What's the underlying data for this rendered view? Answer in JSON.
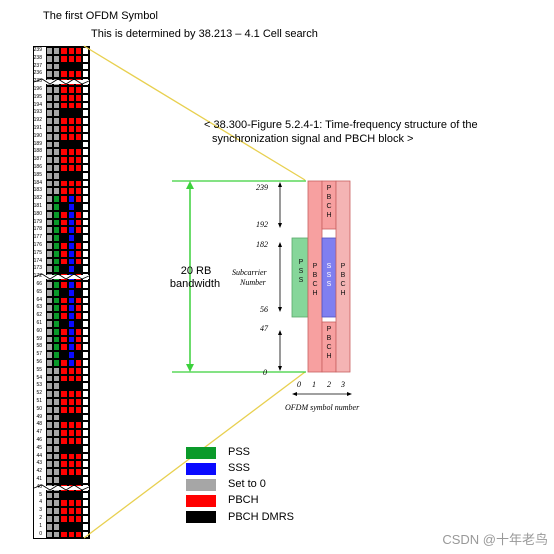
{
  "header": {
    "title": "The first OFDM Symbol",
    "subtitle": "This is determined by 38.213 – 4.1 Cell search"
  },
  "figure": {
    "caption_line1": "< 38.300-Figure 5.2.4-1: Time-frequency structure of the",
    "caption_line2": "synchronization signal and PBCH block >",
    "bandwidth_label_line1": "20 RB",
    "bandwidth_label_line2": "bandwidth",
    "subcarrier_label_line1": "Subcarrier",
    "subcarrier_label_line2": "Number",
    "x_axis_label": "OFDM symbol number",
    "subcarrier_ticks": [
      "239",
      "192",
      "182",
      "56",
      "47",
      "0"
    ],
    "symbol_ticks": [
      "0",
      "1",
      "2",
      "3"
    ],
    "block_labels": {
      "pss": "PSS",
      "sss": "SSS",
      "pbch": "PBCH"
    }
  },
  "legend": [
    {
      "label": "PSS",
      "color": "#0a9a2a"
    },
    {
      "label": "SSS",
      "color": "#0a0aff"
    },
    {
      "label": "Set to 0",
      "color": "#a6a6a6"
    },
    {
      "label": "PBCH",
      "color": "#ff0000"
    },
    {
      "label": "PBCH DMRS",
      "color": "#000000"
    }
  ],
  "resource_grid": {
    "row_labels": [
      "239",
      "238",
      "237",
      "236",
      "235",
      "196",
      "195",
      "194",
      "193",
      "192",
      "191",
      "190",
      "189",
      "188",
      "187",
      "186",
      "185",
      "184",
      "183",
      "182",
      "181",
      "180",
      "179",
      "178",
      "177",
      "176",
      "175",
      "174",
      "173",
      "172",
      "66",
      "65",
      "64",
      "63",
      "62",
      "61",
      "60",
      "59",
      "58",
      "57",
      "56",
      "55",
      "54",
      "53",
      "52",
      "51",
      "50",
      "49",
      "48",
      "47",
      "46",
      "45",
      "44",
      "43",
      "42",
      "41",
      "40",
      "5",
      "4",
      "3",
      "2",
      "1",
      "0"
    ]
  },
  "colors": {
    "pss": "#0a9a2a",
    "sss": "#0a0aff",
    "zero": "#a6a6a6",
    "pbch": "#ff0000",
    "dmrs": "#000000",
    "ssb_light": "#f7a0a0",
    "ssb_pink": "#f4b4b4",
    "ssb_green": "#86d69a",
    "ssb_blue": "#7f7ff0",
    "bracket": "#e8d050",
    "arrow": "#3bd13b"
  },
  "watermark": "CSDN @十年老鸟"
}
